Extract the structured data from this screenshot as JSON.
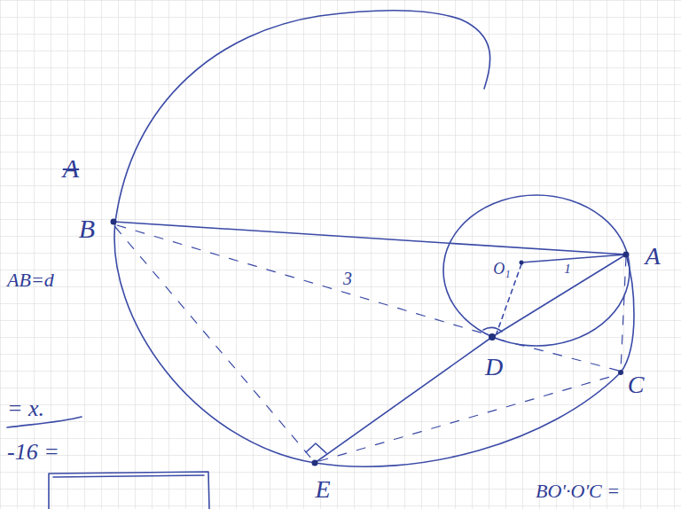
{
  "diagram": {
    "labels": [
      "A",
      "B",
      "AB=d",
      "3",
      "O₁",
      "1",
      "A",
      "D",
      "C",
      "= x.",
      "-16 =",
      "E",
      "BO'·O'C ="
    ]
  }
}
